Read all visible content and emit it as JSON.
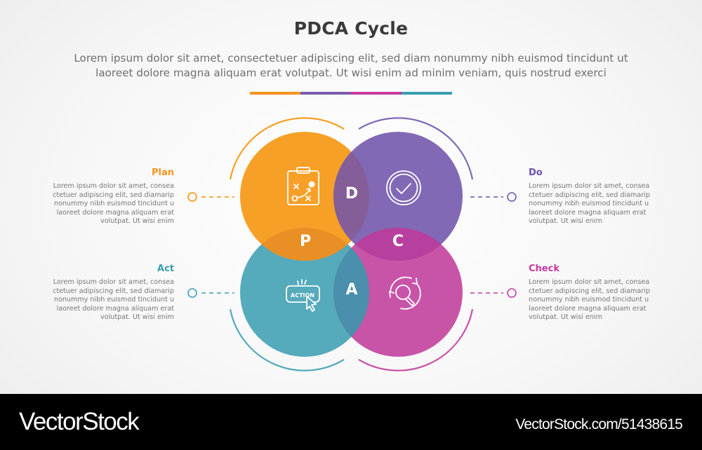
{
  "header": {
    "title": "PDCA Cycle",
    "subtitle_line1": "Lorem ipsum dolor sit amet, consectetuer adipiscing elit, sed diam nonummy nibh euismod tincidunt ut",
    "subtitle_line2": "laoreet dolore magna aliquam erat volutpat. Ut wisi enim ad minim veniam, quis nostrud exerci",
    "divider_colors": [
      "#F7941D",
      "#7B5BB0",
      "#C8389E",
      "#3A9DAF"
    ]
  },
  "colors": {
    "plan": "#F7A027",
    "do": "#8169B5",
    "check": "#C854A7",
    "act": "#55AABB",
    "overlap_p": "#E88F26",
    "overlap_d": "#845E99",
    "overlap_c": "#B73F9E",
    "overlap_a": "#4A8FAB"
  },
  "quadrants": {
    "plan": {
      "title": "Plan",
      "color": "#F7941D",
      "text": "Lorem ipsum dolor sit amet, consea ctetuer adipiscing elit, sed diamarip nonummy nibh euismod tincidunt u laoreet dolore magna aliquam erat volutpat. Ut wisi enim",
      "icon": "clipboard-strategy-icon"
    },
    "do": {
      "title": "Do",
      "color": "#6E4FAE",
      "text": "Lorem ipsum dolor sit amet, consea ctetuer adipiscing elit, sed diamarip nonummy nibh euismod tincidunt u laoreet dolore magna aliquam erat volutpat. Ut wisi enim",
      "icon": "check-circle-icon"
    },
    "act": {
      "title": "Act",
      "color": "#3A9DAF",
      "text": "Lorem ipsum dolor sit amet, consea ctetuer adipiscing elit, sed diamarip nonummy nibh euismod tincidunt u laoreet dolore magna aliquam erat volutpat. Ut wisi enim",
      "icon": "action-button-click-icon"
    },
    "check": {
      "title": "Check",
      "color": "#C8389E",
      "text": "Lorem ipsum dolor sit amet, consea ctetuer adipiscing elit, sed diamarip nonummy nibh euismod tincidunt u laoreet dolore magna aliquam erat volutpat. Ut wisi enim",
      "icon": "search-refresh-icon"
    }
  },
  "letters": {
    "p": "P",
    "d": "D",
    "c": "C",
    "a": "A"
  },
  "footer": {
    "logo": "VectorStock",
    "url": "VectorStock.com/51438615"
  }
}
